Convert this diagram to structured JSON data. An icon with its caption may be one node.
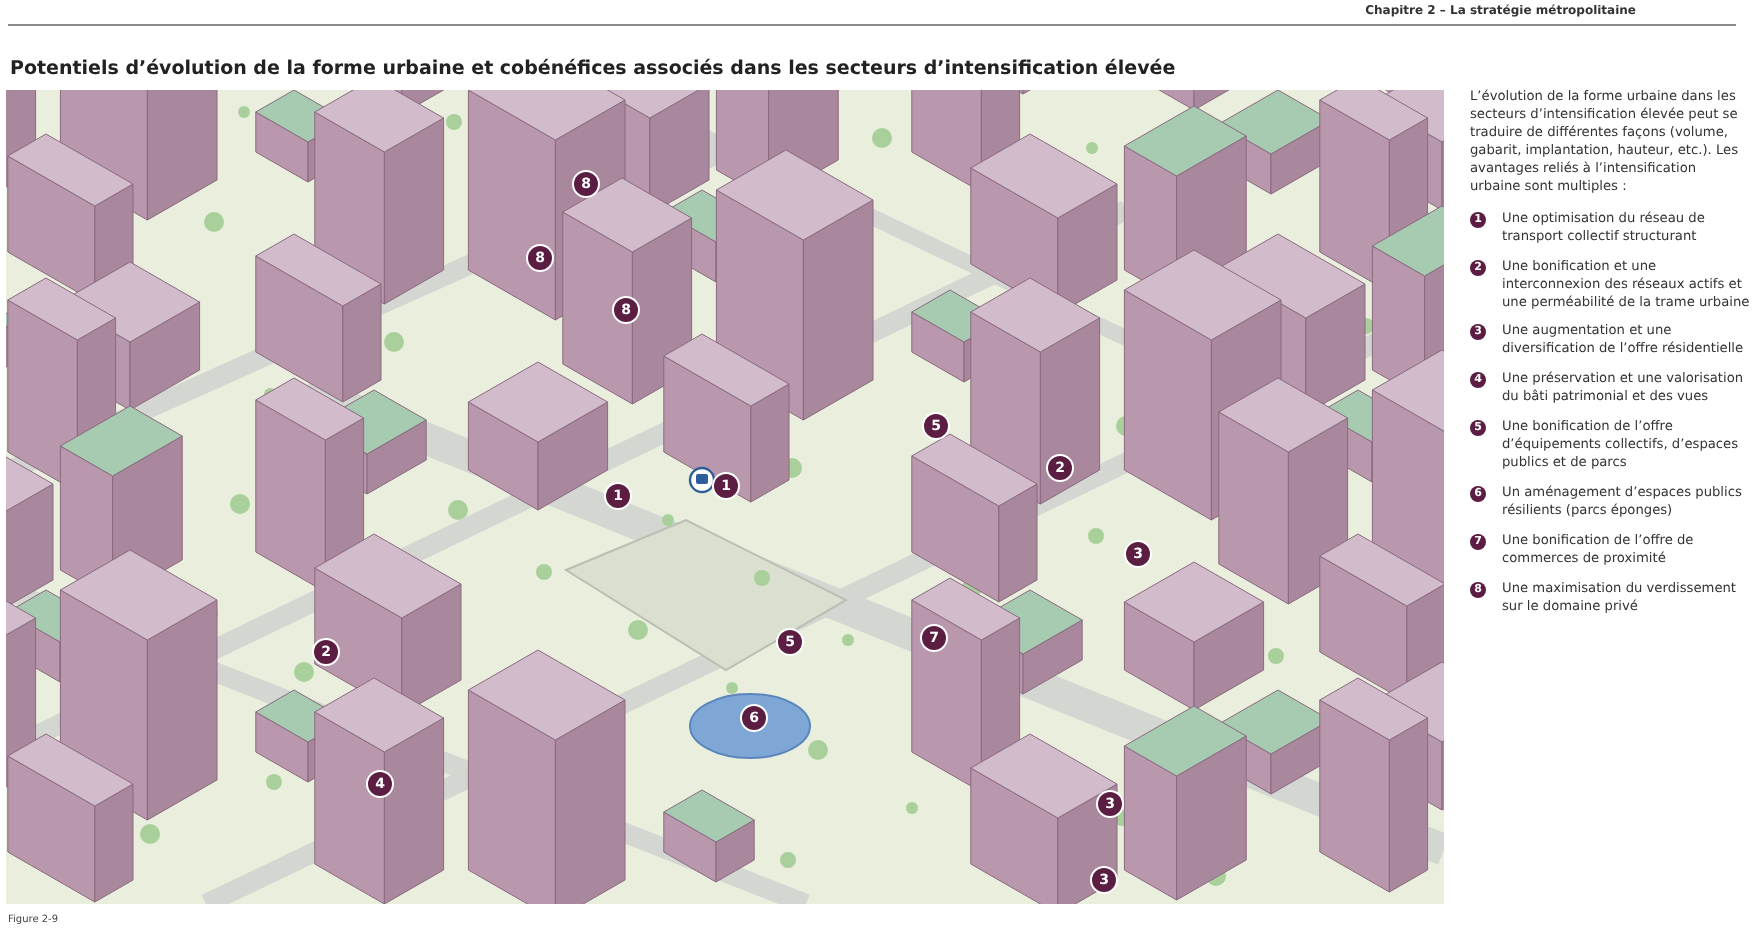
{
  "diagram": {
    "title": "Potentiels d’évolution de la forme urbaine et cobénéfices associés dans les secteurs d’intensification élevée",
    "caption": "Figure 2-9",
    "labels": [
      "Chapitre 2 – La stratégie métropolitaine",
      "L’évolution de la forme urbaine dans les secteurs d’intensification élevée peut se traduire de différentes façons (volume, gabarit, implantation, hauteur, etc.). Les avantages reliés à l’intensification urbaine sont multiples :",
      "1",
      "Une optimisation du réseau de transport collectif structurant",
      "2",
      "Une bonification et une interconnexion des réseaux actifs et une perméabilité de la trame urbaine",
      "3",
      "Une augmentation et une diversification de l’offre résidentielle",
      "4",
      "Une préservation et une valorisation du bâti patrimonial et des vues",
      "5",
      "Une bonification de l’offre d’équipements collectifs, d’espaces publics et de parcs",
      "6",
      "Un aménagement d’espaces publics résilients (parcs éponges)",
      "7",
      "Une bonification de l’offre de commerces de proximité",
      "8",
      "Une maximisation du verdissement sur le domaine privé",
      "8",
      "8",
      "8",
      "5",
      "1",
      "1",
      "2",
      "3",
      "2",
      "5",
      "7",
      "6",
      "4",
      "3",
      "3"
    ]
  }
}
